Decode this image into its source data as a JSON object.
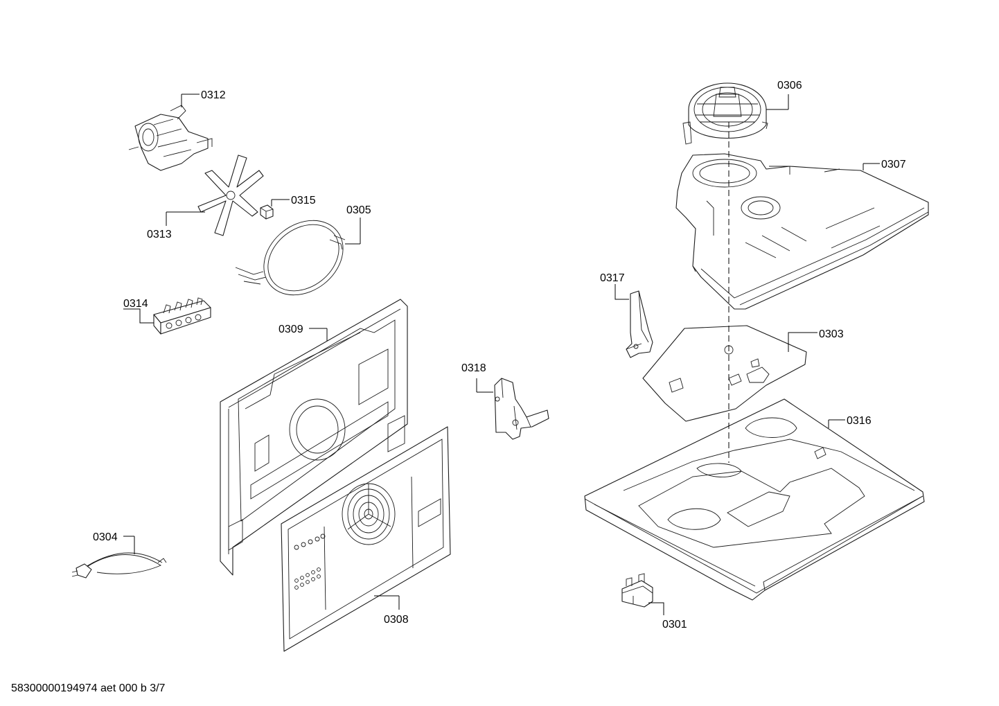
{
  "labels": {
    "p0301": "0301",
    "p0303": "0303",
    "p0304": "0304",
    "p0305": "0305",
    "p0306": "0306",
    "p0307": "0307",
    "p0308": "0308",
    "p0309": "0309",
    "p0312": "0312",
    "p0313": "0313",
    "p0314": "0314",
    "p0315": "0315",
    "p0316": "0316",
    "p0317": "0317",
    "p0318": "0318"
  },
  "footer": "58300000194974 aet 000 b 3/7"
}
